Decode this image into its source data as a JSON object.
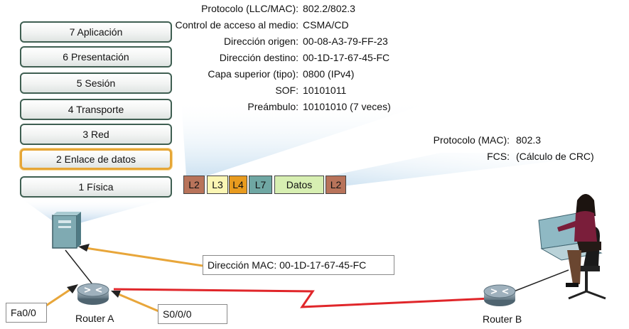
{
  "osi_layers": [
    {
      "label": "7 Aplicación"
    },
    {
      "label": "6 Presentación"
    },
    {
      "label": "5 Sesión"
    },
    {
      "label": "4 Transporte"
    },
    {
      "label": "3 Red"
    },
    {
      "label": "2 Enlace de datos"
    },
    {
      "label": "1 Física"
    }
  ],
  "header_info": [
    {
      "key": "Protocolo (LLC/MAC):",
      "value": "802.2/802.3"
    },
    {
      "key": "Control de acceso al medio:",
      "value": "CSMA/CD"
    },
    {
      "key": "Dirección origen:",
      "value": "00-08-A3-79-FF-23"
    },
    {
      "key": "Dirección destino:",
      "value": "00-1D-17-67-45-FC"
    },
    {
      "key": "Capa superior (tipo):",
      "value": "0800 (IPv4)"
    },
    {
      "key": "SOF:",
      "value": "10101011"
    },
    {
      "key": "Preámbulo:",
      "value": "10101010 (7 veces)"
    }
  ],
  "trailer_info": [
    {
      "key": "Protocolo (MAC):",
      "value": "802.3"
    },
    {
      "key": "FCS:",
      "value": "(Cálculo de CRC)"
    }
  ],
  "frame_segments": [
    {
      "label": "L2",
      "color": "#b8735a"
    },
    {
      "label": "L3",
      "color": "#fbf6b4"
    },
    {
      "label": "L4",
      "color": "#e89b1f"
    },
    {
      "label": "L7",
      "color": "#6fa7a3"
    },
    {
      "label": "Datos",
      "color": "#d7efb2"
    },
    {
      "label": "L2",
      "color": "#b8735a"
    }
  ],
  "callouts": {
    "mac_address": "Dirección MAC: 00-1D-17-67-45-FC",
    "interface_fa": "Fa0/0",
    "interface_s": "S0/0/0"
  },
  "devices": {
    "router_a": "Router A",
    "router_b": "Router B"
  },
  "colors": {
    "layer_border": "#3f5f52",
    "highlight": "#e6a636",
    "arrow": "#e8a63a",
    "serial_link": "#e0262a",
    "projection": "#cfe3f2"
  }
}
